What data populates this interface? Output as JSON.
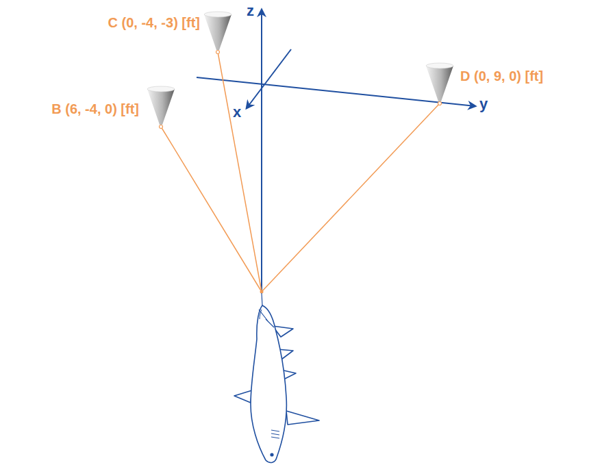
{
  "diagram": {
    "labels": [
      "C (0, -4, -3) [ft]",
      "B (6, -4, 0) [ft]",
      "D (0, 9, 0) [ft]",
      "z",
      "x",
      "y"
    ]
  }
}
